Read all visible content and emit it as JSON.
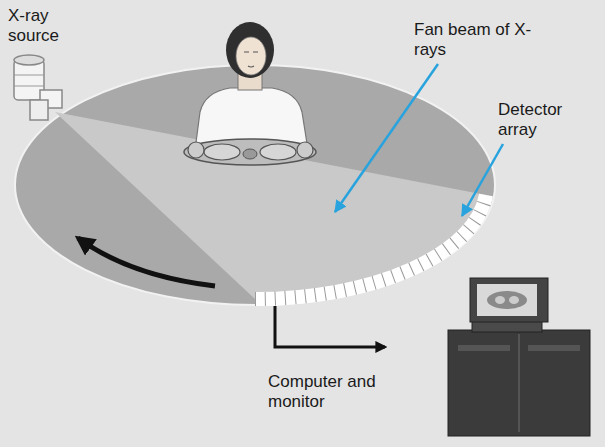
{
  "diagram": {
    "labels": [
      "X-ray source",
      "Fan beam of X-rays",
      "Detector array",
      "Computer and monitor"
    ]
  }
}
